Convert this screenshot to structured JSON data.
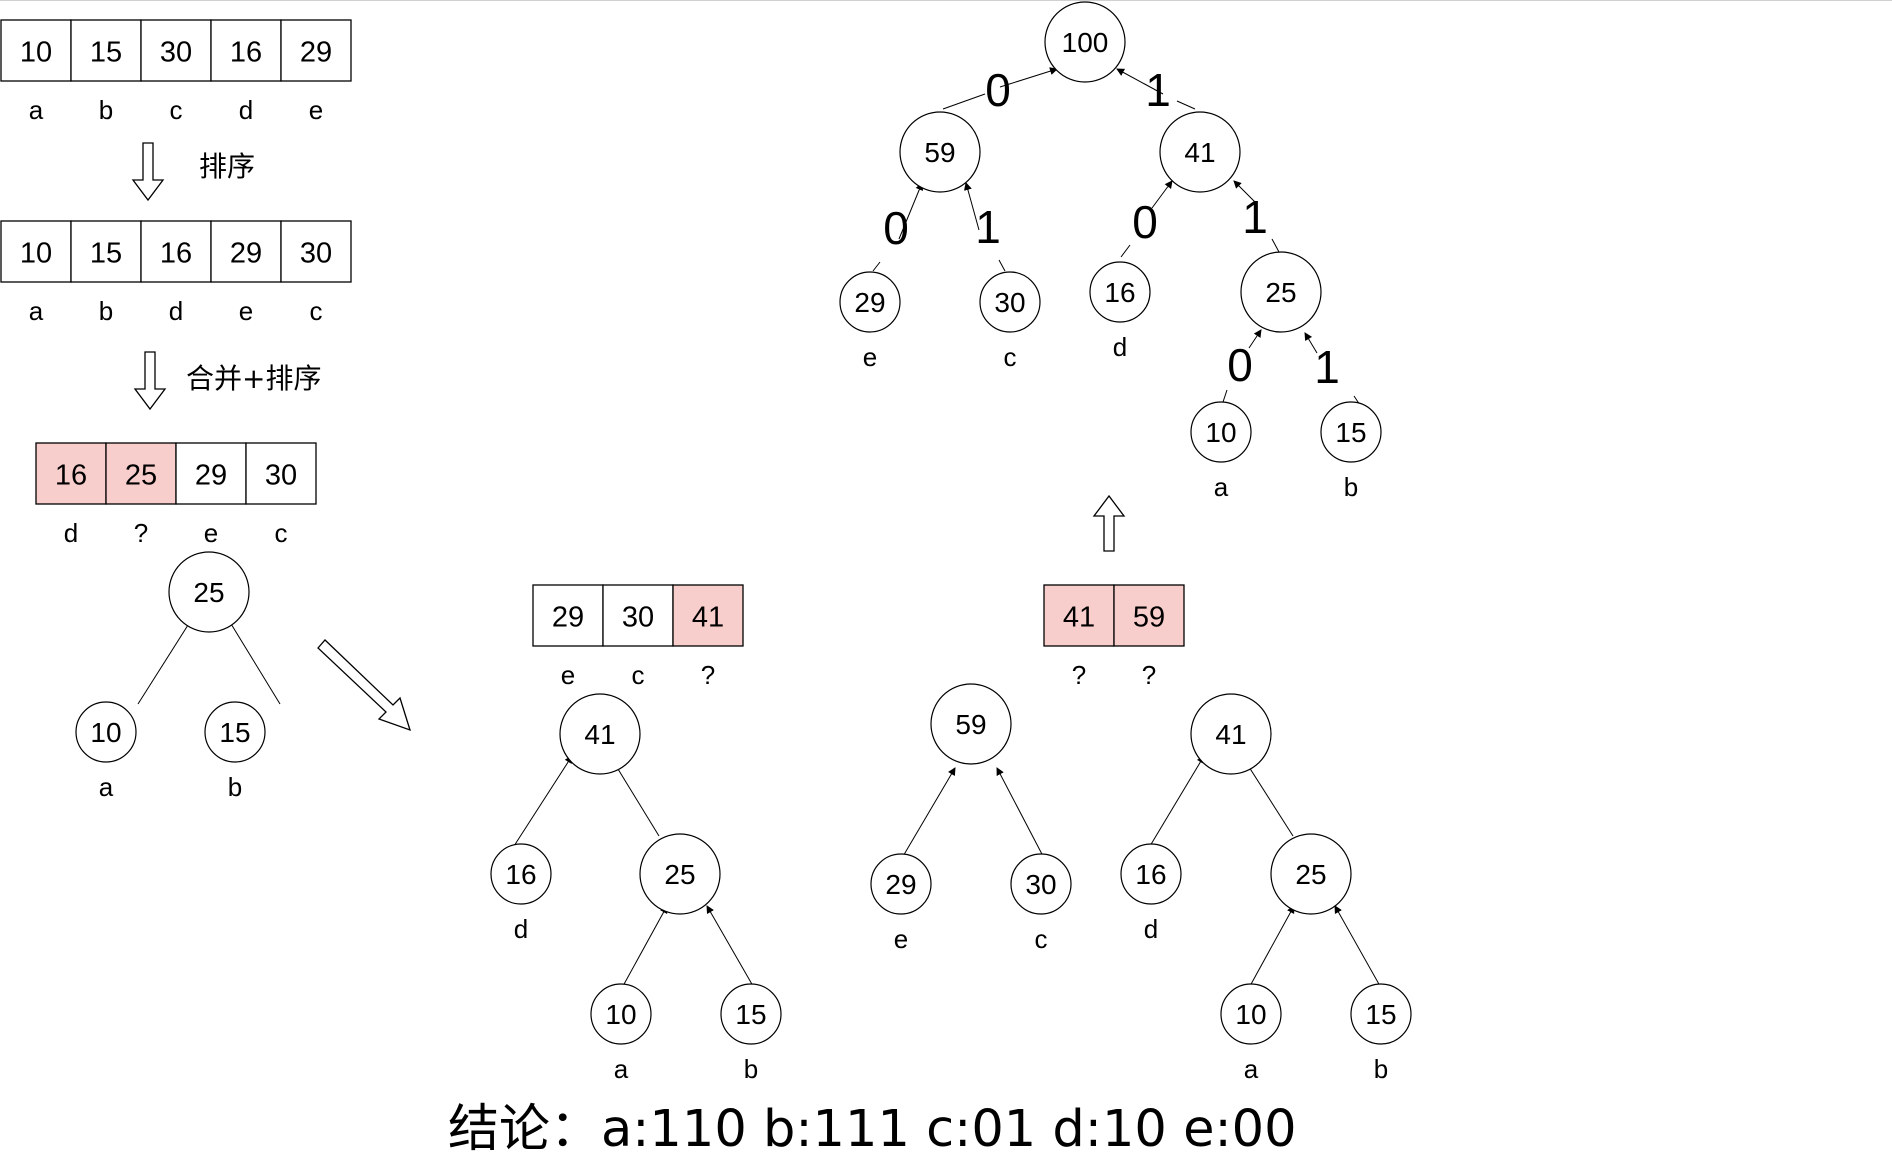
{
  "arrays": [
    {
      "cells": [
        "10",
        "15",
        "30",
        "16",
        "29"
      ],
      "letters": [
        "a",
        "b",
        "c",
        "d",
        "e"
      ],
      "highlight": [
        false,
        false,
        false,
        false,
        false
      ]
    },
    {
      "cells": [
        "10",
        "15",
        "16",
        "29",
        "30"
      ],
      "letters": [
        "a",
        "b",
        "d",
        "e",
        "c"
      ],
      "highlight": [
        false,
        false,
        false,
        false,
        false
      ]
    },
    {
      "cells": [
        "16",
        "25",
        "29",
        "30"
      ],
      "letters": [
        "d",
        "?",
        "e",
        "c"
      ],
      "highlight": [
        true,
        true,
        false,
        false
      ]
    },
    {
      "cells": [
        "29",
        "30",
        "41"
      ],
      "letters": [
        "e",
        "c",
        "?"
      ],
      "highlight": [
        false,
        false,
        true
      ]
    },
    {
      "cells": [
        "41",
        "59"
      ],
      "letters": [
        "?",
        "?"
      ],
      "highlight": [
        true,
        true
      ]
    }
  ],
  "step_labels": {
    "sort": "排序",
    "merge_sort": "合并+排序"
  },
  "trees": {
    "t1": {
      "root": "25",
      "left": "10",
      "right": "15",
      "left_label": "a",
      "right_label": "b"
    },
    "t2": {
      "root": "41",
      "n16": "16",
      "n16_label": "d",
      "n25": "25",
      "n10": "10",
      "n10_label": "a",
      "n15": "15",
      "n15_label": "b"
    },
    "t3a": {
      "root": "59",
      "left": "29",
      "left_label": "e",
      "right": "30",
      "right_label": "c"
    },
    "t3b": {
      "root": "41",
      "n16": "16",
      "n16_label": "d",
      "n25": "25",
      "n10": "10",
      "n10_label": "a",
      "n15": "15",
      "n15_label": "b"
    },
    "final": {
      "root": "100",
      "n59": "59",
      "n41": "41",
      "n29": "29",
      "n29_label": "e",
      "n30": "30",
      "n30_label": "c",
      "n16": "16",
      "n16_label": "d",
      "n25": "25",
      "n10": "10",
      "n10_label": "a",
      "n15": "15",
      "n15_label": "b"
    }
  },
  "bits": {
    "zero": "0",
    "one": "1"
  },
  "conclusion": "结论：a:110 b:111 c:01 d:10 e:00",
  "colors": {
    "highlight": "#f8cecc",
    "stroke": "#000000"
  }
}
